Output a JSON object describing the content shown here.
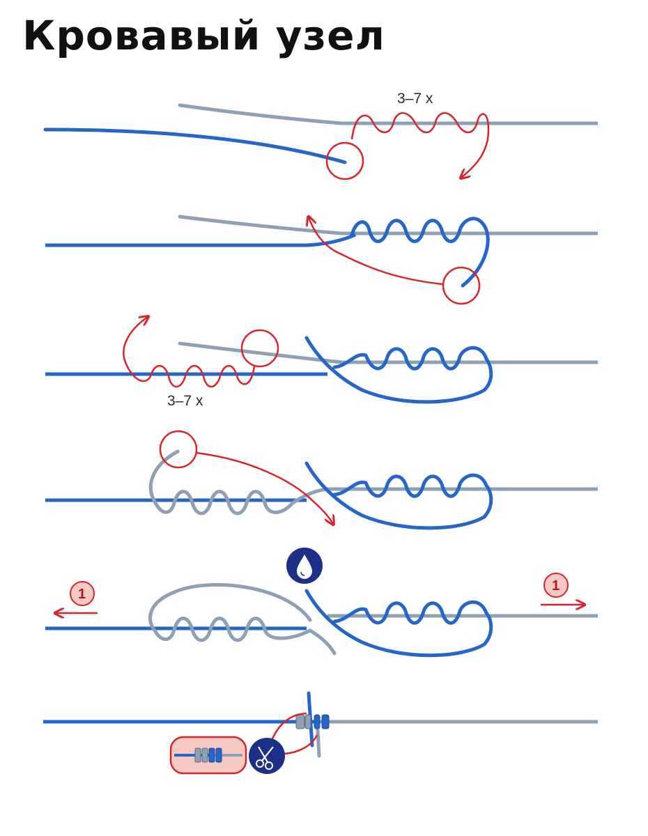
{
  "title": "Кровавый узел",
  "steps": [
    {
      "id": 1,
      "wrap_label": "3–7 x"
    },
    {
      "id": 2
    },
    {
      "id": 3,
      "wrap_label": "3–7 x"
    },
    {
      "id": 4
    },
    {
      "id": 5,
      "pull_left_label": "1",
      "pull_right_label": "1",
      "icon": "water-drop-icon"
    },
    {
      "id": 6,
      "icon": "scissors-icon"
    }
  ],
  "colors": {
    "blue_line": "#2566c8",
    "gray_line": "#8ea1b4",
    "red_mark": "#d8242c",
    "badge_fill": "#f6c9c2",
    "icon_circle": "#1d2f86"
  }
}
